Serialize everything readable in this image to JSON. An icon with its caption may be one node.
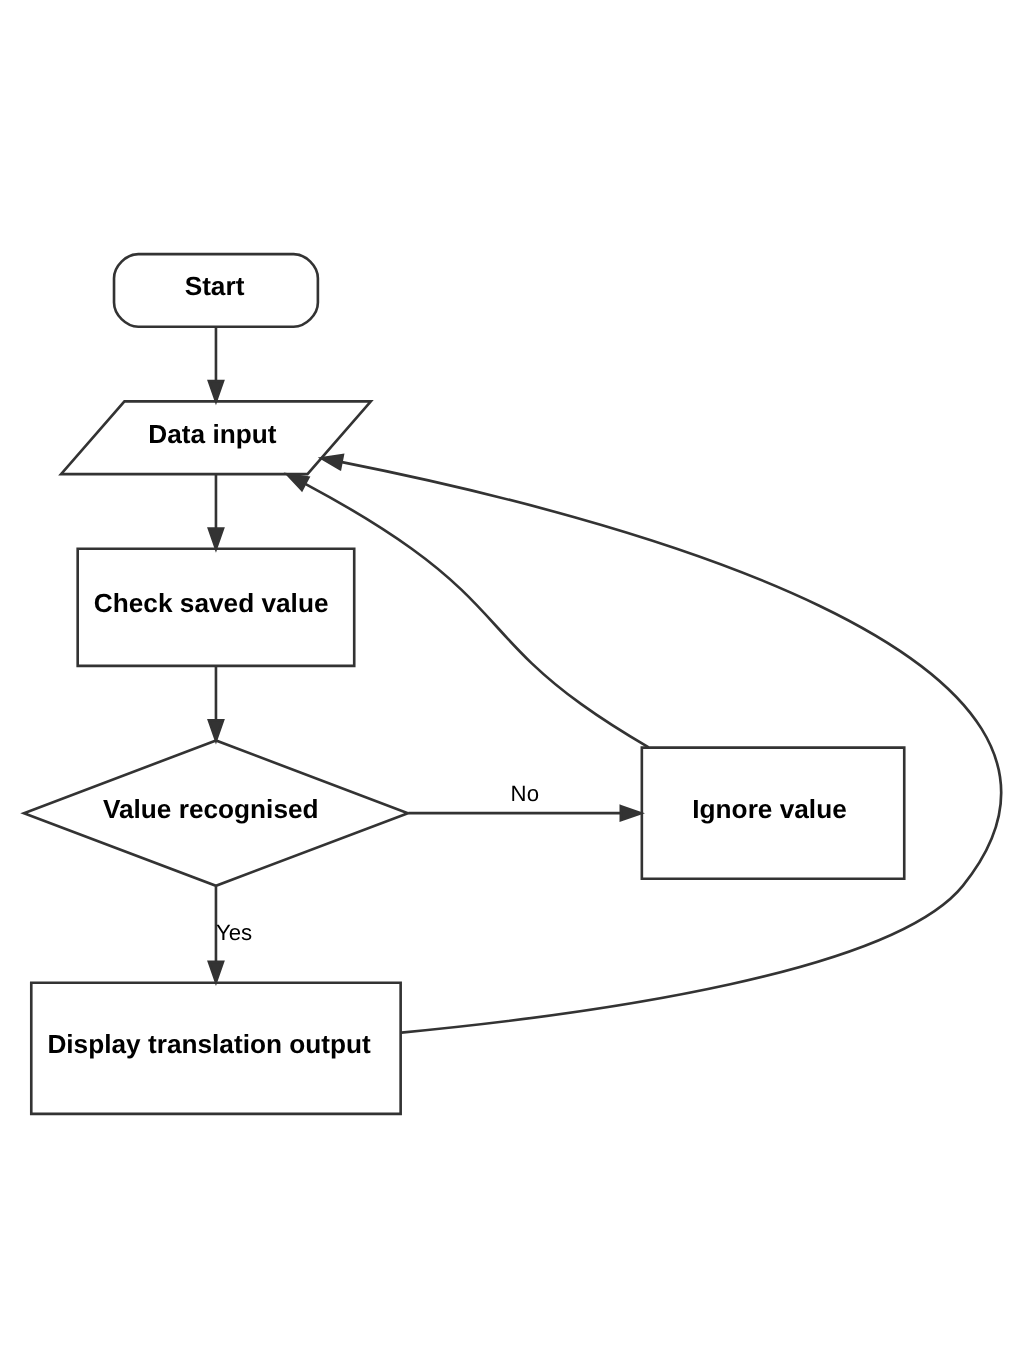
{
  "diagram": {
    "nodes": [
      {
        "text": [
          "Start"
        ]
      },
      {
        "text": [
          "Data input"
        ]
      },
      {
        "text": [
          "Check saved value"
        ]
      },
      {
        "text": [
          "Value recognised"
        ]
      },
      {
        "text": [
          "Ignore value"
        ]
      },
      {
        "text": [
          "Display translation output"
        ]
      }
    ],
    "edges": [
      {
        "from": 0,
        "to": 1,
        "arrow": "to"
      },
      {
        "from": 1,
        "to": 2,
        "arrow": "to"
      },
      {
        "from": 2,
        "to": 3,
        "arrow": "to"
      },
      {
        "from": 3,
        "to": 4,
        "arrow": "to",
        "label": "No"
      },
      {
        "from": 3,
        "to": 5,
        "arrow": "to",
        "label": "Yes"
      },
      {
        "from": 4,
        "to": 1,
        "arrow": "to"
      },
      {
        "from": 5,
        "to": 1,
        "arrow": "to"
      }
    ]
  }
}
